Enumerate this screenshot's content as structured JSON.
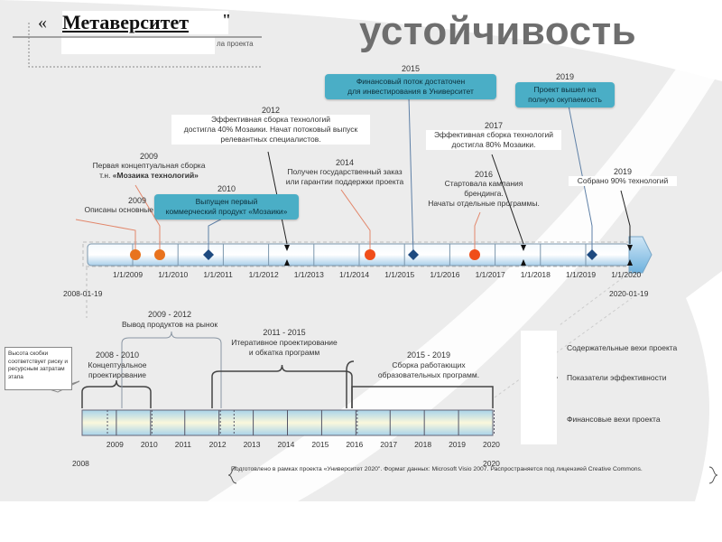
{
  "header": {
    "quote_open": "«",
    "brand": "Метаверситет",
    "quote_close": "\"",
    "subtitle_fragment": "ла проекта",
    "title": "устойчивость"
  },
  "upper_timeline": {
    "start_label": "2008-01-19",
    "end_label": "2020-01-19",
    "ticks": [
      "1/1/2009",
      "1/1/2010",
      "1/1/2011",
      "1/1/2012",
      "1/1/2013",
      "1/1/2014",
      "1/1/2015",
      "1/1/2016",
      "1/1/2017",
      "1/1/2018",
      "1/1/2019",
      "1/1/2020"
    ],
    "milestones": [
      {
        "id": "m1",
        "year": "2009",
        "text": [
          "Описаны основные процессы"
        ],
        "type": "content",
        "style": "plain"
      },
      {
        "id": "m2",
        "year": "2009",
        "text": [
          "Первая концептуальная сборка",
          "т.н. «Мозаика технологий»"
        ],
        "type": "content",
        "style": "plain"
      },
      {
        "id": "m3",
        "year": "2010",
        "text": [
          "Выпущен первый",
          "коммерческий продукт «Мозаики»"
        ],
        "type": "financial",
        "style": "callout"
      },
      {
        "id": "m4",
        "year": "2012",
        "text": [
          "Эффективная сборка технологий",
          "достигла 40% Мозаики. Начат потоковый выпуск",
          "релевантных специалистов."
        ],
        "type": "kpi",
        "style": "white"
      },
      {
        "id": "m5",
        "year": "2014",
        "text": [
          "Получен государственный заказ",
          "или гарантии поддержки проекта"
        ],
        "type": "content",
        "style": "plain"
      },
      {
        "id": "m6",
        "year": "2015",
        "text": [
          "Финансовый поток достаточен",
          "для инвестирования в Университет"
        ],
        "type": "financial",
        "style": "callout"
      },
      {
        "id": "m7",
        "year": "2016",
        "text": [
          "Стартовала кампания",
          "брендинга.",
          "Начаты отдельные программы."
        ],
        "type": "content",
        "style": "plain"
      },
      {
        "id": "m8",
        "year": "2017",
        "text": [
          "Эффективная сборка технологий",
          "достигла 80% Мозаики."
        ],
        "type": "kpi",
        "style": "white"
      },
      {
        "id": "m9",
        "year": "2019",
        "text": [
          "Проект вышел на",
          "полную окупаемость"
        ],
        "type": "financial",
        "style": "callout"
      },
      {
        "id": "m10",
        "year": "2019",
        "text": [
          "Собрано 90% технологий"
        ],
        "type": "kpi",
        "style": "white"
      }
    ]
  },
  "phases": [
    {
      "years": "2008 - 2010",
      "text": [
        "Концептуальное",
        "проектирование"
      ]
    },
    {
      "years": "2009 - 2012",
      "text": [
        "Вывод продуктов на рынок"
      ]
    },
    {
      "years": "2011 - 2015",
      "text": [
        "Итеративное проектирование",
        "и обкатка программ"
      ]
    },
    {
      "years": "2015 - 2019",
      "text": [
        "Сборка работающих",
        "образовательных программ."
      ]
    }
  ],
  "lower_timeline": {
    "start_label": "2008",
    "end_label": "2020",
    "ticks": [
      "2009",
      "2010",
      "2011",
      "2012",
      "2013",
      "2014",
      "2015",
      "2016",
      "2017",
      "2018",
      "2019",
      "2020"
    ]
  },
  "note": "Высота скобки соответствует риску и ресурсным затратам этапа",
  "legend": [
    {
      "label": "Содержательные вехи проекта",
      "marker": "orange-circle"
    },
    {
      "label": "Показатели эффективности",
      "marker": "black-arrows"
    },
    {
      "label": "Финансовые вехи проекта",
      "marker": "blue-diamond"
    }
  ],
  "footer": "Подготовлено в рамках проекта «Университет 2020\". Формат данных: Microsoft Visio 2007. Распространяется под лицензией Creative Commons.",
  "colors": {
    "content": "#e8731e",
    "content_bright": "#f04e1a",
    "financial": "#1d4a80",
    "callout": "#4aaec6",
    "kpi": "#111111"
  }
}
